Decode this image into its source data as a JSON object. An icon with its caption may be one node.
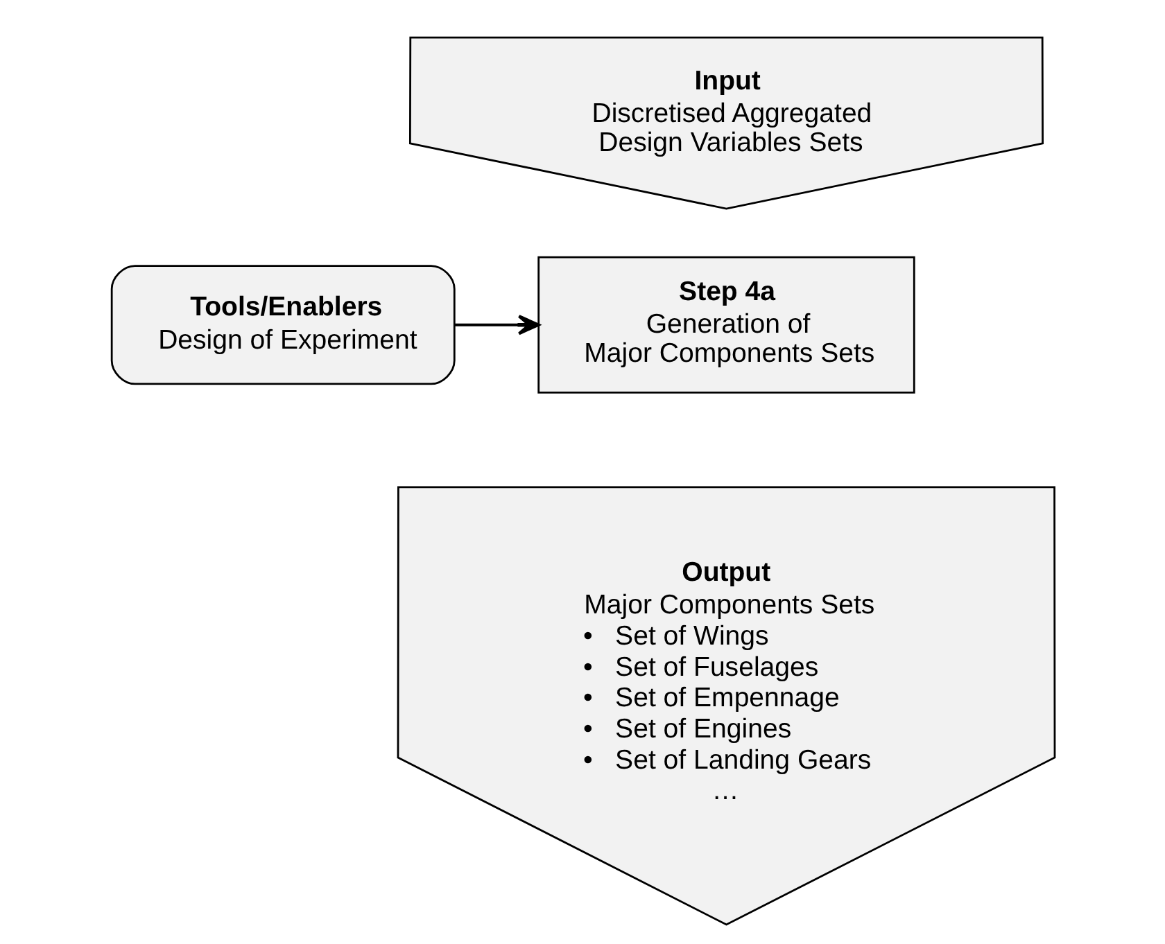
{
  "diagram": {
    "nodes": [
      {
        "text": [
          "Input",
          "Discretised Aggregated Design Variables Sets"
        ]
      },
      {
        "text": [
          "Tools/Enablers",
          "Design of Experiment"
        ]
      },
      {
        "text": [
          "Step 4a",
          "Generation of Major Components Sets"
        ]
      },
      {
        "text": [
          "Output",
          "Major Components Sets",
          "•   Set of Wings",
          "•   Set of Fuselages",
          "•   Set of Empennage",
          "•   Set of Engines",
          "•   Set of Landing Gears",
          "…"
        ]
      }
    ],
    "edges": [
      {
        "from": 1,
        "to": 2,
        "arrow": "to"
      }
    ]
  }
}
